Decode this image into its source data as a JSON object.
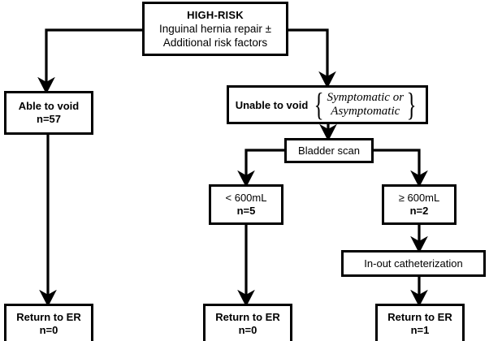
{
  "diagram": {
    "title": "High-risk inguinal hernia repair urinary retention pathway",
    "colors": {
      "stroke": "#000000",
      "background": "#ffffff",
      "text": "#000000"
    },
    "nodes": {
      "highrisk": {
        "line1": "HIGH-RISK",
        "line2": "Inguinal hernia repair ±",
        "line3": "Additional risk factors"
      },
      "able_to_void": {
        "line1": "Able to void",
        "line2": "n=57"
      },
      "unable_to_void": {
        "label": "Unable to void",
        "brace_open": "{",
        "brace_close": "}",
        "option1": "Symptomatic or",
        "option2": "Asymptomatic"
      },
      "bladder_scan": {
        "label": "Bladder scan"
      },
      "lt_600": {
        "line1": "< 600mL",
        "line2": "n=5"
      },
      "ge_600": {
        "line1": "≥ 600mL",
        "line2": "n=2"
      },
      "in_out_cath": {
        "label": "In-out catheterization"
      },
      "er_left": {
        "line1": "Return to ER",
        "line2": "n=0"
      },
      "er_mid": {
        "line1": "Return to ER",
        "line2": "n=0"
      },
      "er_right": {
        "line1": "Return to ER",
        "line2": "n=1"
      }
    }
  }
}
